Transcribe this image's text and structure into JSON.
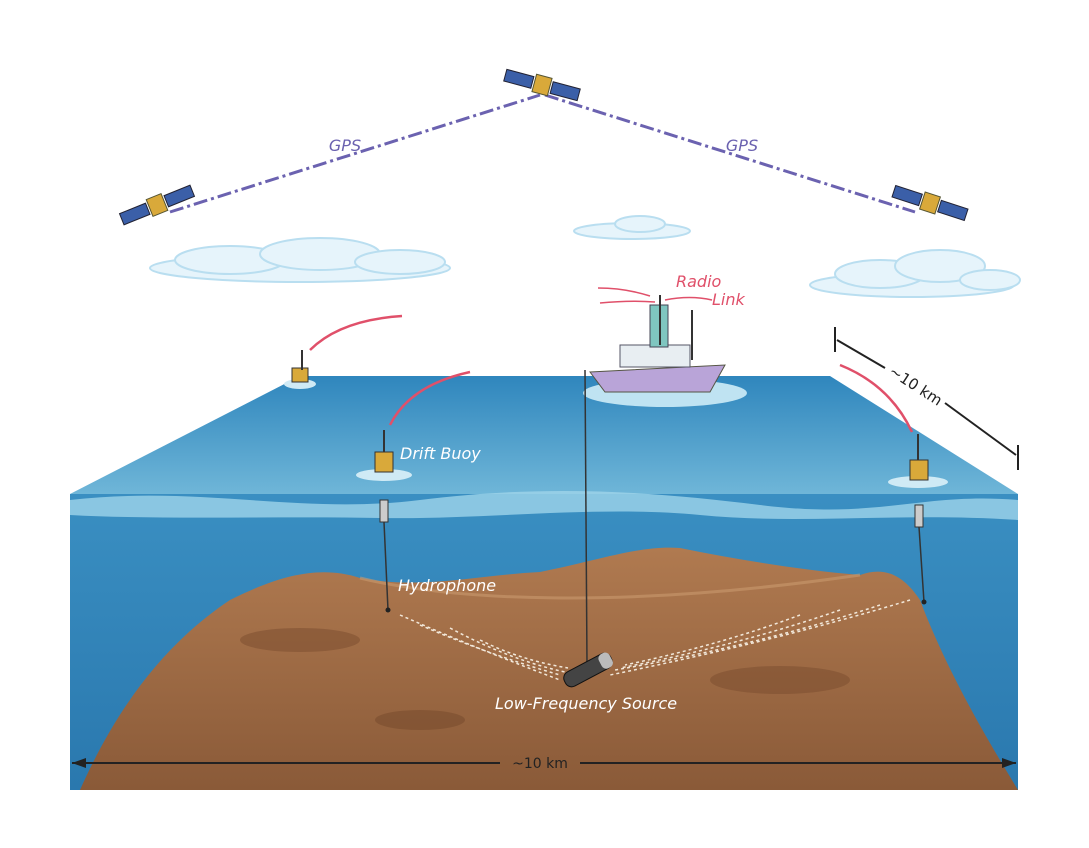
{
  "labels": {
    "gps_left": "GPS",
    "gps_right": "GPS",
    "radio": "Radio",
    "link": "Link",
    "depth_scale": "~10 km",
    "drift_buoy": "Drift Buoy",
    "hydrophone": "Hydrophone",
    "source": "Low-Frequency Source",
    "width_scale": "~10 km"
  },
  "colors": {
    "gps_link": "#6b62b0",
    "radio_link": "#e0506a",
    "ocean_surface": "#3f8fbf",
    "ocean_deep": "#2f7fb3",
    "seabed": "#9a6a45"
  }
}
